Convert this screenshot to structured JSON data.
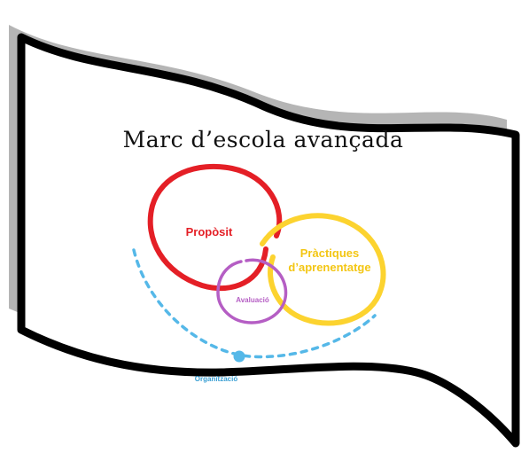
{
  "title": "Marc d’escola avançada",
  "circles": {
    "purpose": {
      "label": "Propòsit",
      "color": "#e41f26"
    },
    "practices": {
      "label_line1": "Pràctiques",
      "label_line2": "d’aprenentatge",
      "color": "#fcd32f"
    },
    "evaluation": {
      "label": "Avaluació",
      "color": "#b55ec4"
    }
  },
  "organization": {
    "label": "Organització",
    "color": "#55b8e8"
  },
  "flag": {
    "border_color": "#000000",
    "shadow_color": "#b5b5b5"
  }
}
